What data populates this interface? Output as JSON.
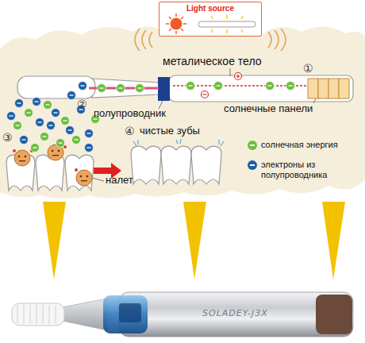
{
  "diagram": {
    "nodes": [
      {
        "text": [
          "Light source"
        ]
      }
    ],
    "labels": [
      "металическое тело",
      "①",
      "②",
      "солнечные панели",
      "полупроводник",
      "④",
      "чистые зубы",
      "③",
      "налет",
      "SOLADEY-J3X"
    ],
    "legend": [
      {
        "text": "солнечная энергия",
        "color": "#6cbf3c"
      },
      {
        "text": "электроны из полупроводника",
        "color": "#1f5fa8"
      }
    ]
  }
}
